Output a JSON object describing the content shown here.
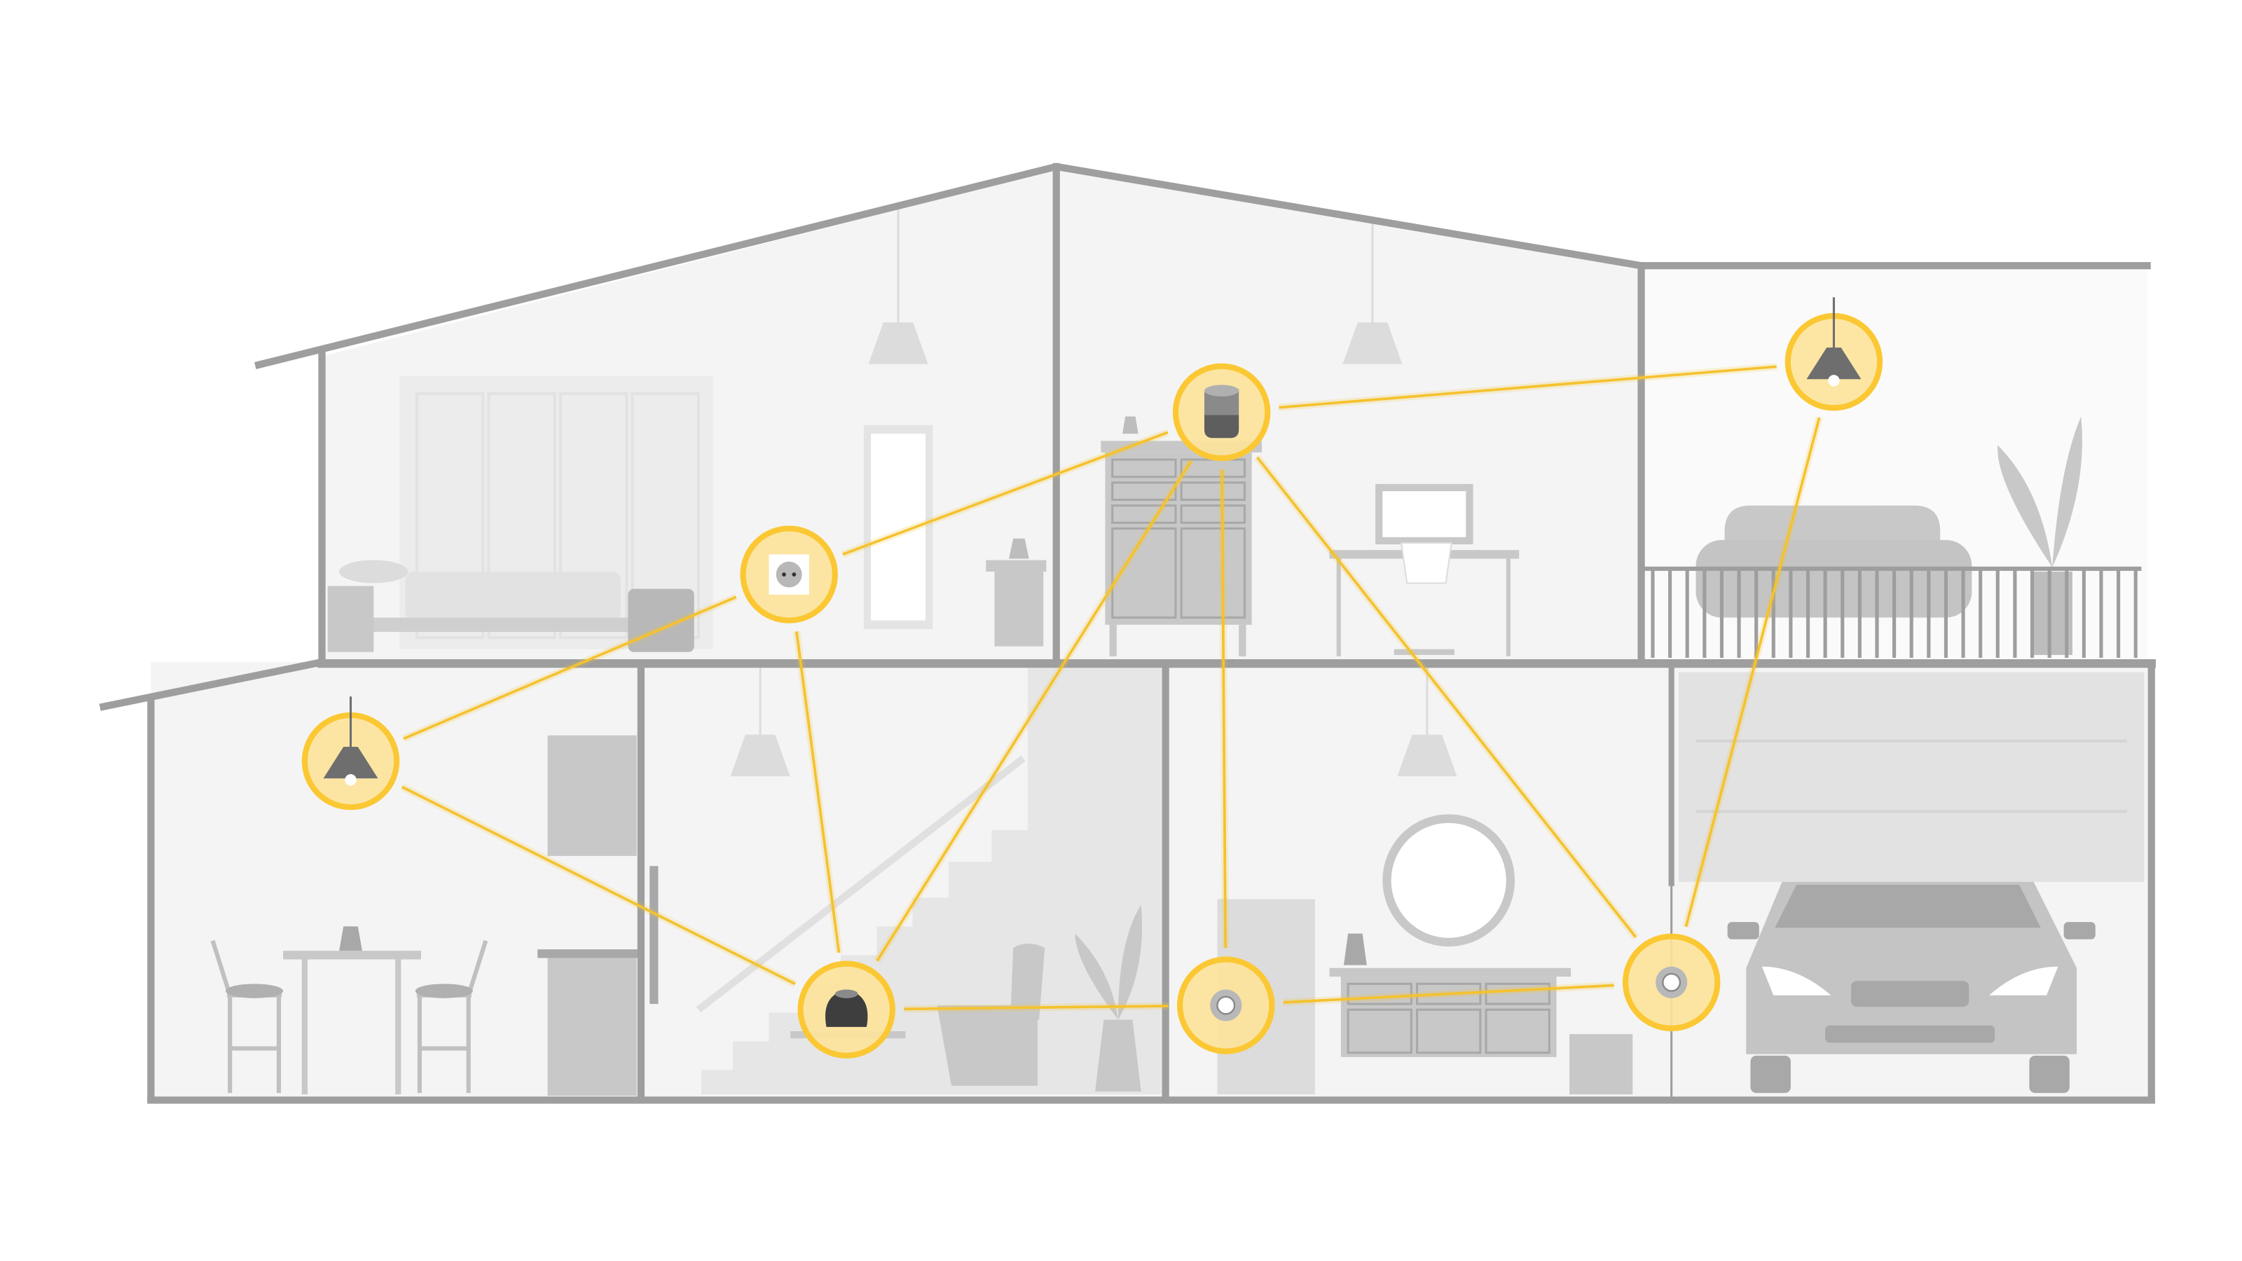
{
  "colors": {
    "background": "#ffffff",
    "wall": "#9e9e9e",
    "room_fill": "#f4f4f4",
    "furniture": "#c8c8c8",
    "furniture_dark": "#a8a8a8",
    "link": "#f5c22e",
    "node_ring": "#fbc834",
    "node_fill": "#fde39a",
    "device_icon": "#6e6e6e"
  },
  "devices": [
    {
      "id": "lamp-living",
      "type": "ceiling-lamp",
      "room": "dining-room"
    },
    {
      "id": "socket-bedroom",
      "type": "smart-plug",
      "room": "bedroom"
    },
    {
      "id": "speaker-study",
      "type": "smart-speaker",
      "room": "study"
    },
    {
      "id": "lamp-balcony",
      "type": "ceiling-lamp",
      "room": "balcony"
    },
    {
      "id": "hub-stairs",
      "type": "smart-hub",
      "room": "hallway"
    },
    {
      "id": "sensor-hall",
      "type": "sensor",
      "room": "entry"
    },
    {
      "id": "sensor-garage",
      "type": "sensor",
      "room": "garage"
    }
  ],
  "connections": [
    [
      "lamp-living",
      "socket-bedroom"
    ],
    [
      "lamp-living",
      "hub-stairs"
    ],
    [
      "socket-bedroom",
      "speaker-study"
    ],
    [
      "socket-bedroom",
      "hub-stairs"
    ],
    [
      "speaker-study",
      "lamp-balcony"
    ],
    [
      "speaker-study",
      "hub-stairs"
    ],
    [
      "speaker-study",
      "sensor-hall"
    ],
    [
      "speaker-study",
      "sensor-garage"
    ],
    [
      "hub-stairs",
      "sensor-hall"
    ],
    [
      "sensor-hall",
      "sensor-garage"
    ],
    [
      "lamp-balcony",
      "sensor-garage"
    ]
  ]
}
